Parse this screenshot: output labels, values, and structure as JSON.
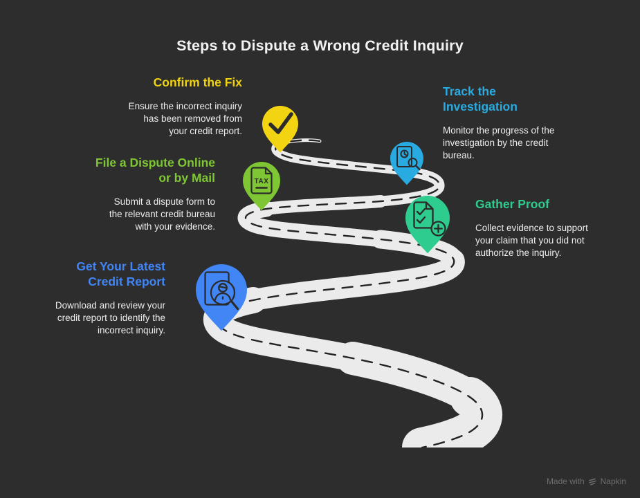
{
  "title": "Steps to Dispute a Wrong Credit Inquiry",
  "colors": {
    "background": "#2D2D2D",
    "title_text": "#F2F2F2",
    "body_text": "#EDEDED",
    "road": "#EBEBEB",
    "road_dash": "#232323",
    "pin_icon_stroke": "#2B2B2B",
    "footer_text": "#6E6E6E"
  },
  "steps": [
    {
      "heading": "Confirm the Fix",
      "description": "Ensure the incorrect inquiry\nhas been removed from\nyour credit report.",
      "color": "#F2D412",
      "icon": "checkmark",
      "align": "right"
    },
    {
      "heading": "Track the\nInvestigation",
      "description": "Monitor the progress of the\ninvestigation by the credit\nbureau.",
      "color": "#29ABE2",
      "icon": "document-clock-magnifier",
      "align": "left"
    },
    {
      "heading": "File a Dispute Online\nor by Mail",
      "description": "Submit a dispute form to\nthe relevant credit bureau\nwith your evidence.",
      "color": "#7EC633",
      "icon": "tax-document",
      "icon_label": "TAX",
      "align": "right"
    },
    {
      "heading": "Gather Proof",
      "description": "Collect evidence to support\nyour claim that you did not\nauthorize the inquiry.",
      "color": "#2ECC8E",
      "icon": "checklist-document-plus",
      "align": "left"
    },
    {
      "heading": "Get Your Latest\nCredit Report",
      "description": "Download and review your\ncredit report to identify the\nincorrect inquiry.",
      "color": "#4285F4",
      "icon": "report-person-magnifier",
      "align": "right"
    }
  ],
  "footer": {
    "made_with": "Made with",
    "brand": "Napkin"
  }
}
